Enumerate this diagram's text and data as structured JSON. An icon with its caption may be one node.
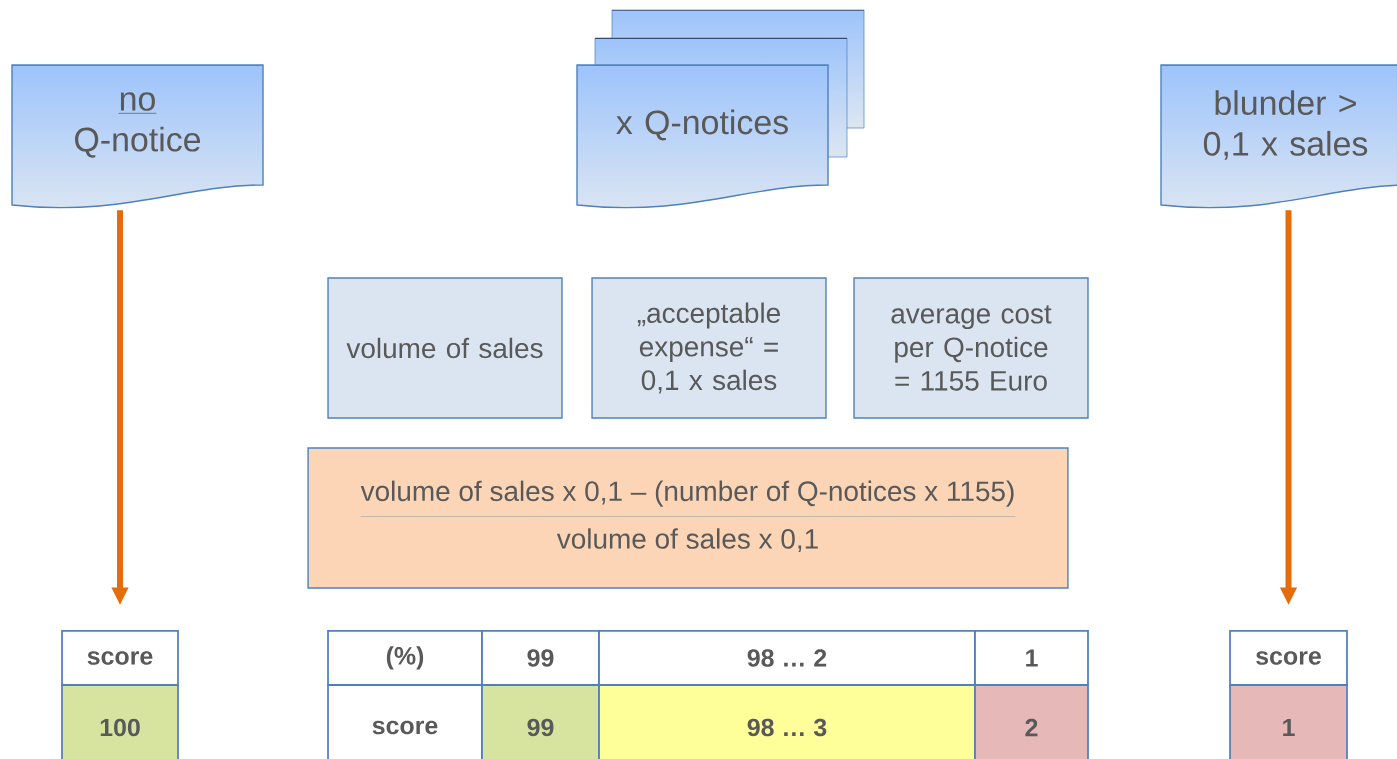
{
  "diagram": {
    "nodes": [
      {
        "text": [
          "no",
          "Q-notice"
        ]
      },
      {
        "text": [
          "x Q-notices"
        ]
      },
      {
        "text": [
          "blunder > 0,1 x sales"
        ]
      },
      {
        "text": [
          "volume of sales"
        ]
      },
      {
        "text": [
          "„acceptable expense“ = 0,1 x sales"
        ]
      },
      {
        "text": [
          "average cost per Q-notice = 1155 Euro"
        ]
      },
      {
        "text": [
          "volume of sales x 0,1 – (number of Q-notices x 1155)",
          "volume of sales x 0,1"
        ]
      },
      {
        "text": [
          "score"
        ]
      },
      {
        "text": [
          "100"
        ]
      },
      {
        "text": [
          "score"
        ]
      },
      {
        "text": [
          "1"
        ]
      }
    ],
    "edges": [
      {
        "from": 0,
        "to": 7,
        "arrow": "to"
      },
      {
        "from": 2,
        "to": 9,
        "arrow": "to"
      }
    ],
    "labels": [
      "(%)",
      "99",
      "98 … 2",
      "1",
      "score",
      "99",
      "98 … 3",
      "2"
    ]
  }
}
